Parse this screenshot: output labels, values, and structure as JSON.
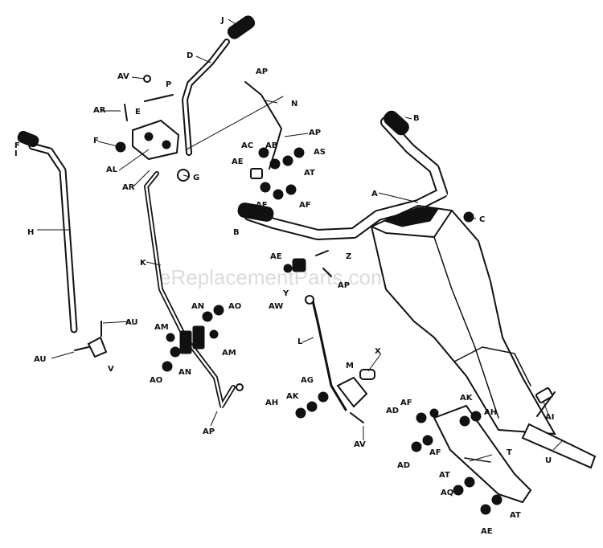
{
  "watermark": "eReplacementParts.com",
  "labels": {
    "J": "J",
    "D": "D",
    "AV1": "AV",
    "P": "P",
    "AR1": "AR",
    "E": "E",
    "F1": "F",
    "AL": "AL",
    "AR2": "AR",
    "G": "G",
    "AP1": "AP",
    "N": "N",
    "AP2": "AP",
    "B1": "B",
    "AC": "AC",
    "AB": "AB",
    "AS": "AS",
    "AE1": "AE",
    "AT1": "AT",
    "AF1": "AF",
    "AF2": "AF",
    "A": "A",
    "C": "C",
    "F2": "F",
    "I": "I",
    "H": "H",
    "B2": "B",
    "K": "K",
    "AE2": "AE",
    "Z": "Z",
    "AP3": "AP",
    "Y": "Y",
    "AW": "AW",
    "AN1": "AN",
    "AO1": "AO",
    "AM1": "AM",
    "AM2": "AM",
    "AO2": "AO",
    "AN2": "AN",
    "AU1": "AU",
    "AU2": "AU",
    "V": "V",
    "L": "L",
    "X": "X",
    "M": "M",
    "AG": "AG",
    "AK1": "AK",
    "AH1": "AH",
    "AP4": "AP",
    "AV2": "AV",
    "AF3": "AF",
    "AD1": "AD",
    "AF4": "AF",
    "AD2": "AD",
    "AK2": "AK",
    "AH2": "AH",
    "AI": "AI",
    "T": "T",
    "U": "U",
    "AT2": "AT",
    "AQ": "AQ",
    "AT3": "AT",
    "AE3": "AE"
  }
}
